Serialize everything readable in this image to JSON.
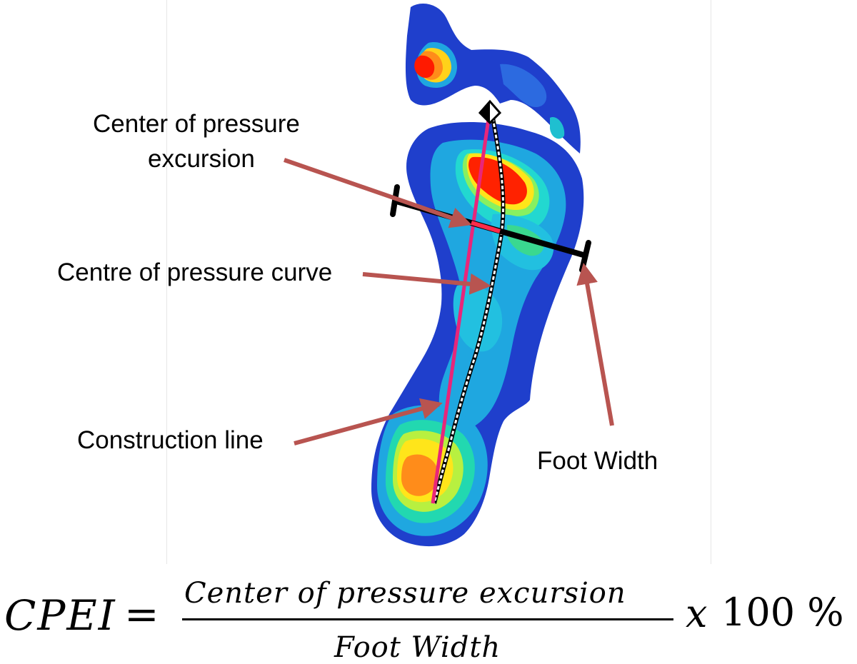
{
  "labels": {
    "cop_excursion_line1": "Center of pressure",
    "cop_excursion_line2": "excursion",
    "cop_curve": "Centre of pressure curve",
    "construction_line": "Construction line",
    "foot_width": "Foot Width"
  },
  "formula": {
    "lhs": "CPEI",
    "equals": "=",
    "numerator": "Center of pressure excursion",
    "denominator": "Foot Width",
    "multiplier_x": "x",
    "multiplier_value": "100 %"
  },
  "colors": {
    "arrow": "#b85450",
    "construction_line": "#e8267a",
    "foot_width_bar": "#000000",
    "heatmap_low": "#1a35c8",
    "heatmap_high": "#ff1a00"
  }
}
